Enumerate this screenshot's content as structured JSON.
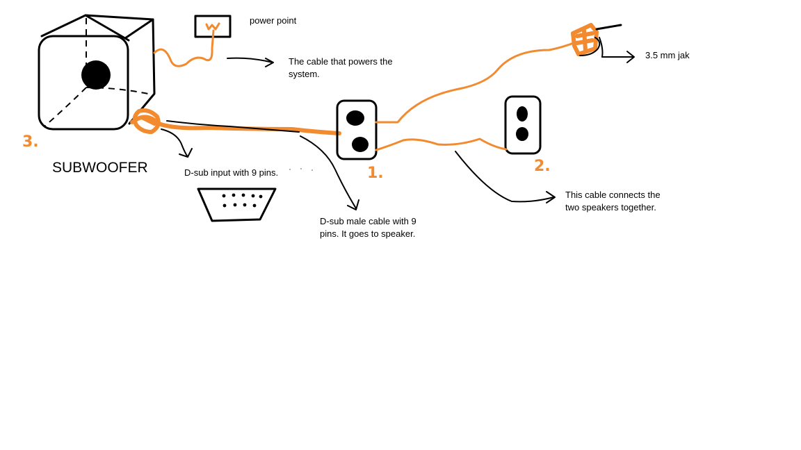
{
  "colors": {
    "cable": "#f28a30",
    "ink": "#000000",
    "background": "#ffffff"
  },
  "labels": {
    "subwoofer": "SUBWOOFER",
    "power_point": "power point",
    "power_cable": [
      "The cable that powers the",
      "system."
    ],
    "jack": "3.5 mm jak",
    "dsub_input": "D-sub input with 9 pins.",
    "dsub_cable": [
      "D-sub male cable with 9",
      "pins. It goes to speaker."
    ],
    "speaker_link": [
      "This cable connects the",
      "two speakers together."
    ]
  },
  "numbers": {
    "speaker_one": "1.",
    "speaker_two": "2.",
    "subwoofer": "3."
  },
  "icons": [
    "subwoofer-box",
    "power-socket",
    "speaker-1",
    "speaker-2",
    "audio-jack-plug",
    "dsub-connector"
  ]
}
